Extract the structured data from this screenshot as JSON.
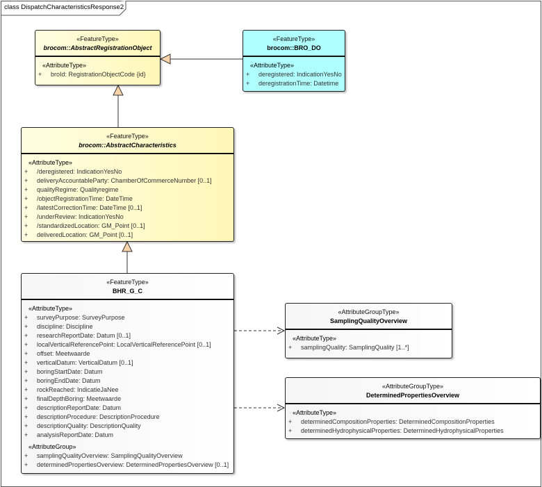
{
  "diagram": {
    "title": "class DispatchCharacteristicsResponse2",
    "colors": {
      "abstract_fill": "#fff7b8",
      "external_fill": "#b0ffff",
      "concrete_fill": "#f6f6f6",
      "generalization_arrow_fill": "#fbd3a8"
    },
    "classes": [
      {
        "id": "aro",
        "stereotype": "«FeatureType»",
        "name": "brocom::AbstractRegistrationObject",
        "abstract": true,
        "style": "yellow",
        "groups": [
          {
            "label": "«AttributeType»",
            "attributes": [
              {
                "visibility": "+",
                "text": "broId: RegistrationObjectCode {id}"
              }
            ]
          }
        ]
      },
      {
        "id": "brodo",
        "stereotype": "«FeatureType»",
        "name": "brocom::BRO_DO",
        "abstract": false,
        "style": "cyan",
        "groups": [
          {
            "label": "«AttributeType»",
            "attributes": [
              {
                "visibility": "+",
                "text": "deregistered: IndicationYesNo"
              },
              {
                "visibility": "+",
                "text": "deregistrationTime: Datetime"
              }
            ]
          }
        ]
      },
      {
        "id": "ac",
        "stereotype": "«FeatureType»",
        "name": "brocom::AbstractCharacteristics",
        "abstract": true,
        "style": "yellow",
        "groups": [
          {
            "label": "«AttributeType»",
            "attributes": [
              {
                "visibility": "+",
                "text": "/deregistered: IndicationYesNo"
              },
              {
                "visibility": "+",
                "text": "deliveryAccountableParty: ChamberOfCommerceNumber [0..1]"
              },
              {
                "visibility": "+",
                "text": "qualityRegime: Qualityregime"
              },
              {
                "visibility": "+",
                "text": "/objectRegistrationTime: DateTime"
              },
              {
                "visibility": "+",
                "text": "/latestCorrectionTime: DateTime [0..1]"
              },
              {
                "visibility": "+",
                "text": "/underReview: IndicationYesNo"
              },
              {
                "visibility": "+",
                "text": "/standardizedLocation: GM_Point [0..1]"
              },
              {
                "visibility": "+",
                "text": "deliveredLocation: GM_Point [0..1]"
              }
            ]
          }
        ]
      },
      {
        "id": "bhr",
        "stereotype": "«FeatureType»",
        "name": "BHR_G_C",
        "abstract": false,
        "style": "gray",
        "groups": [
          {
            "label": "«AttributeType»",
            "attributes": [
              {
                "visibility": "+",
                "text": "surveyPurpose: SurveyPurpose"
              },
              {
                "visibility": "+",
                "text": "discipline: Discipline"
              },
              {
                "visibility": "+",
                "text": "researchReportDate: Datum [0..1]"
              },
              {
                "visibility": "+",
                "text": "localVerticalReferencePoint: LocalVerticalReferencePoint [0..1]"
              },
              {
                "visibility": "+",
                "text": "offset: Meetwaarde"
              },
              {
                "visibility": "+",
                "text": "verticalDatum: VerticalDatum [0..1]"
              },
              {
                "visibility": "+",
                "text": "boringStartDate: Datum"
              },
              {
                "visibility": "+",
                "text": "boringEndDate: Datum"
              },
              {
                "visibility": "+",
                "text": "rockReached: IndicatieJaNee"
              },
              {
                "visibility": "+",
                "text": "finalDepthBoring: Meetwaarde"
              },
              {
                "visibility": "+",
                "text": "descriptionReportDate: Datum"
              },
              {
                "visibility": "+",
                "text": "descriptionProcedure: DescriptionProcedure"
              },
              {
                "visibility": "+",
                "text": "descriptionQuality: DescriptionQuality"
              },
              {
                "visibility": "+",
                "text": "analysisReportDate: Datum"
              }
            ]
          },
          {
            "label": "«AttributeGroup»",
            "attributes": [
              {
                "visibility": "+",
                "text": "samplingQualityOverview: SamplingQualityOverview"
              },
              {
                "visibility": "+",
                "text": "determinedPropertiesOverview: DeterminedPropertiesOverview [0..1]"
              }
            ]
          }
        ]
      },
      {
        "id": "sqo",
        "stereotype": "«AttributeGroupType»",
        "name": "SamplingQualityOverview",
        "abstract": false,
        "style": "gray",
        "groups": [
          {
            "label": "«AttributeType»",
            "attributes": [
              {
                "visibility": "+",
                "text": "samplingQuality: SamplingQuality [1..*]"
              }
            ]
          }
        ]
      },
      {
        "id": "dpo",
        "stereotype": "«AttributeGroupType»",
        "name": "DeterminedPropertiesOverview",
        "abstract": false,
        "style": "gray",
        "groups": [
          {
            "label": "«AttributeType»",
            "attributes": [
              {
                "visibility": "+",
                "text": "determinedCompositionProperties: DeterminedCompositionProperties"
              },
              {
                "visibility": "+",
                "text": "determinedHydrophysicalProperties: DeterminedHydrophysicalProperties"
              }
            ]
          }
        ]
      }
    ],
    "relations": [
      {
        "type": "generalization",
        "from": "brodo",
        "to": "aro"
      },
      {
        "type": "generalization",
        "from": "ac",
        "to": "aro"
      },
      {
        "type": "generalization",
        "from": "bhr",
        "to": "ac"
      },
      {
        "type": "dependency",
        "from": "bhr",
        "to": "sqo"
      },
      {
        "type": "dependency",
        "from": "bhr",
        "to": "dpo"
      }
    ]
  }
}
